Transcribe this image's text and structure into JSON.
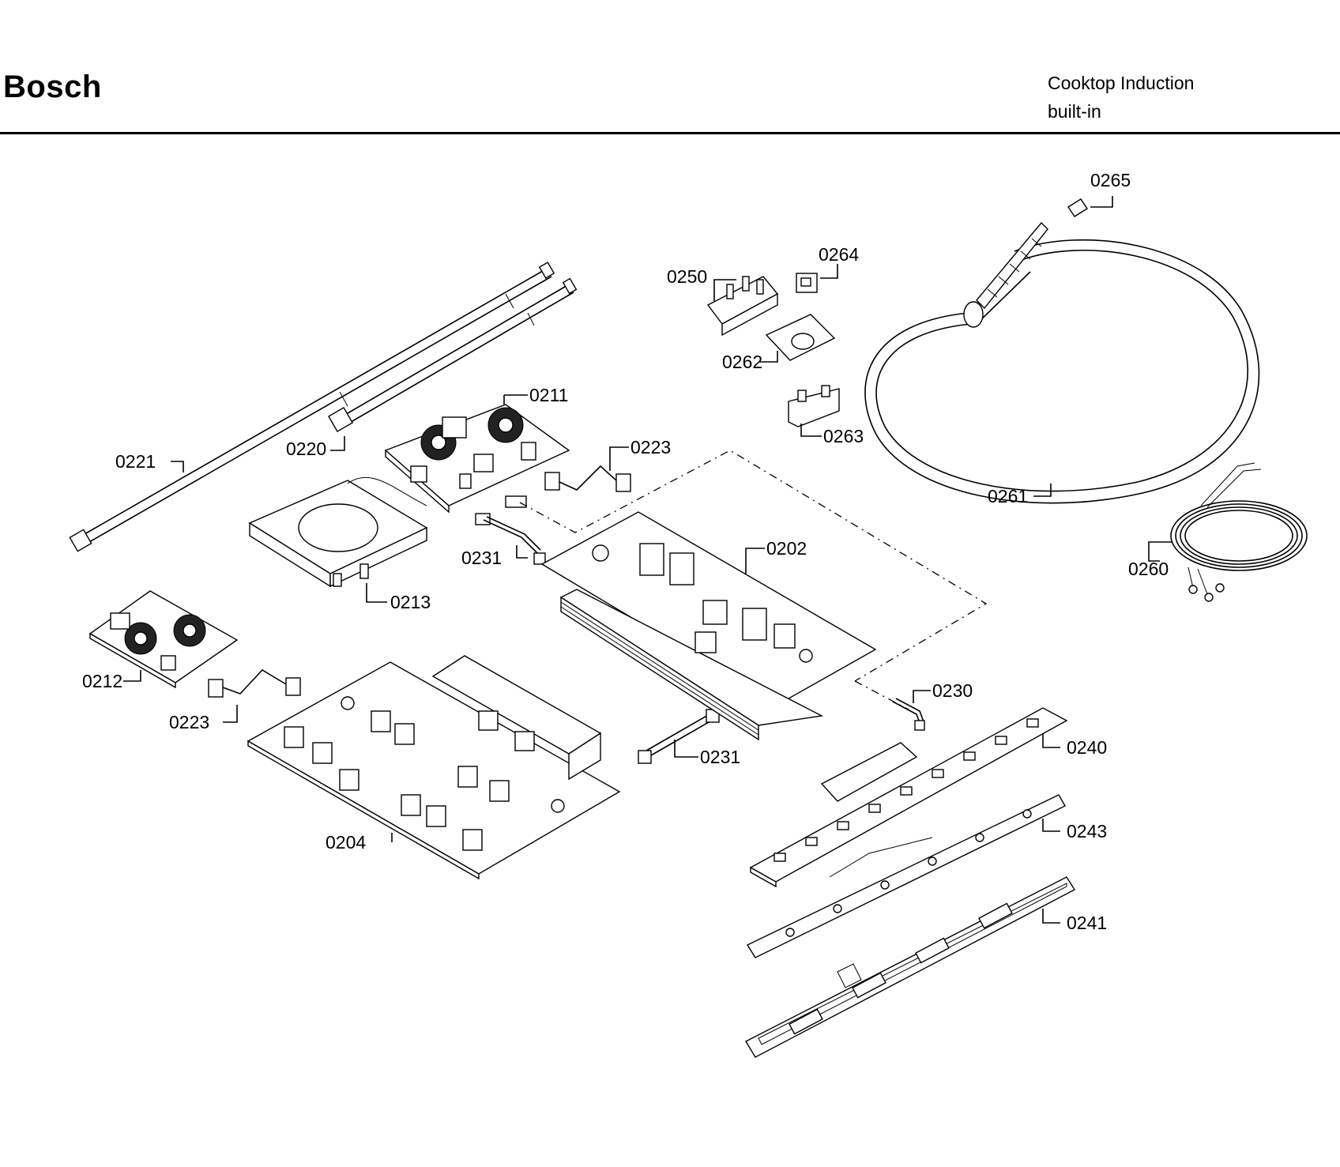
{
  "header": {
    "brand": "Bosch",
    "subtitle_line1": "Cooktop Induction",
    "subtitle_line2": "built-in"
  },
  "callouts": {
    "c0202": "0202",
    "c0204": "0204",
    "c0211": "0211",
    "c0212": "0212",
    "c0213": "0213",
    "c0220": "0220",
    "c0221": "0221",
    "c0223a": "0223",
    "c0223b": "0223",
    "c0230": "0230",
    "c0231a": "0231",
    "c0231b": "0231",
    "c0240": "0240",
    "c0241": "0241",
    "c0243": "0243",
    "c0250": "0250",
    "c0260": "0260",
    "c0261": "0261",
    "c0262": "0262",
    "c0263": "0263",
    "c0264": "0264",
    "c0265": "0265"
  }
}
